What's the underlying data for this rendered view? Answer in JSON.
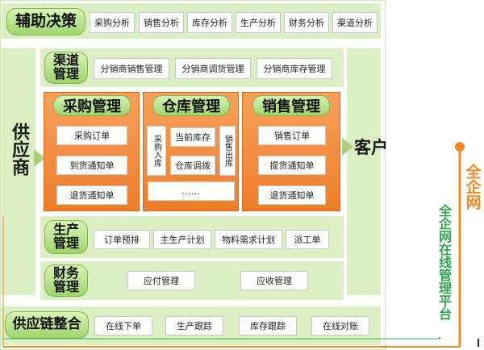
{
  "top": {
    "title": "辅助决策",
    "items": [
      "采购分析",
      "销售分析",
      "库存分析",
      "生产分析",
      "财务分析",
      "渠道分析"
    ]
  },
  "left_label": "供应商",
  "right_label": "客户",
  "channel": {
    "title": "渠道管理",
    "items": [
      "分销商销售管理",
      "分销商调货管理",
      "分销商库存管理"
    ]
  },
  "purchase": {
    "title": "采购管理",
    "items": [
      "采购订单",
      "到货通知单",
      "退货通知单"
    ]
  },
  "warehouse": {
    "title": "仓库管理",
    "inbound": "采购入库",
    "stock": "当前库存",
    "transfer": "仓库调拨",
    "outbound": "销售出库",
    "more": "……"
  },
  "sales": {
    "title": "销售管理",
    "items": [
      "销售订单",
      "提货通知单",
      "退货通知单"
    ]
  },
  "production": {
    "title": "生产管理",
    "items": [
      "订单预排",
      "主生产计划",
      "物料需求计划",
      "派工单"
    ]
  },
  "finance": {
    "title": "财务管理",
    "items": [
      "应付管理",
      "应收管理"
    ]
  },
  "supply": {
    "title": "供应链整合",
    "items": [
      "在线下单",
      "生产跟踪",
      "库存跟踪",
      "在线对账"
    ]
  },
  "brand": {
    "name": "全企网",
    "platform": "全企网在线管理平台"
  },
  "colors": {
    "band": "#dcefc4",
    "pill": "#9fd46b",
    "orange": "#ee7d2a",
    "brand_orange": "#f08a24",
    "brand_green": "#2fa84f"
  }
}
